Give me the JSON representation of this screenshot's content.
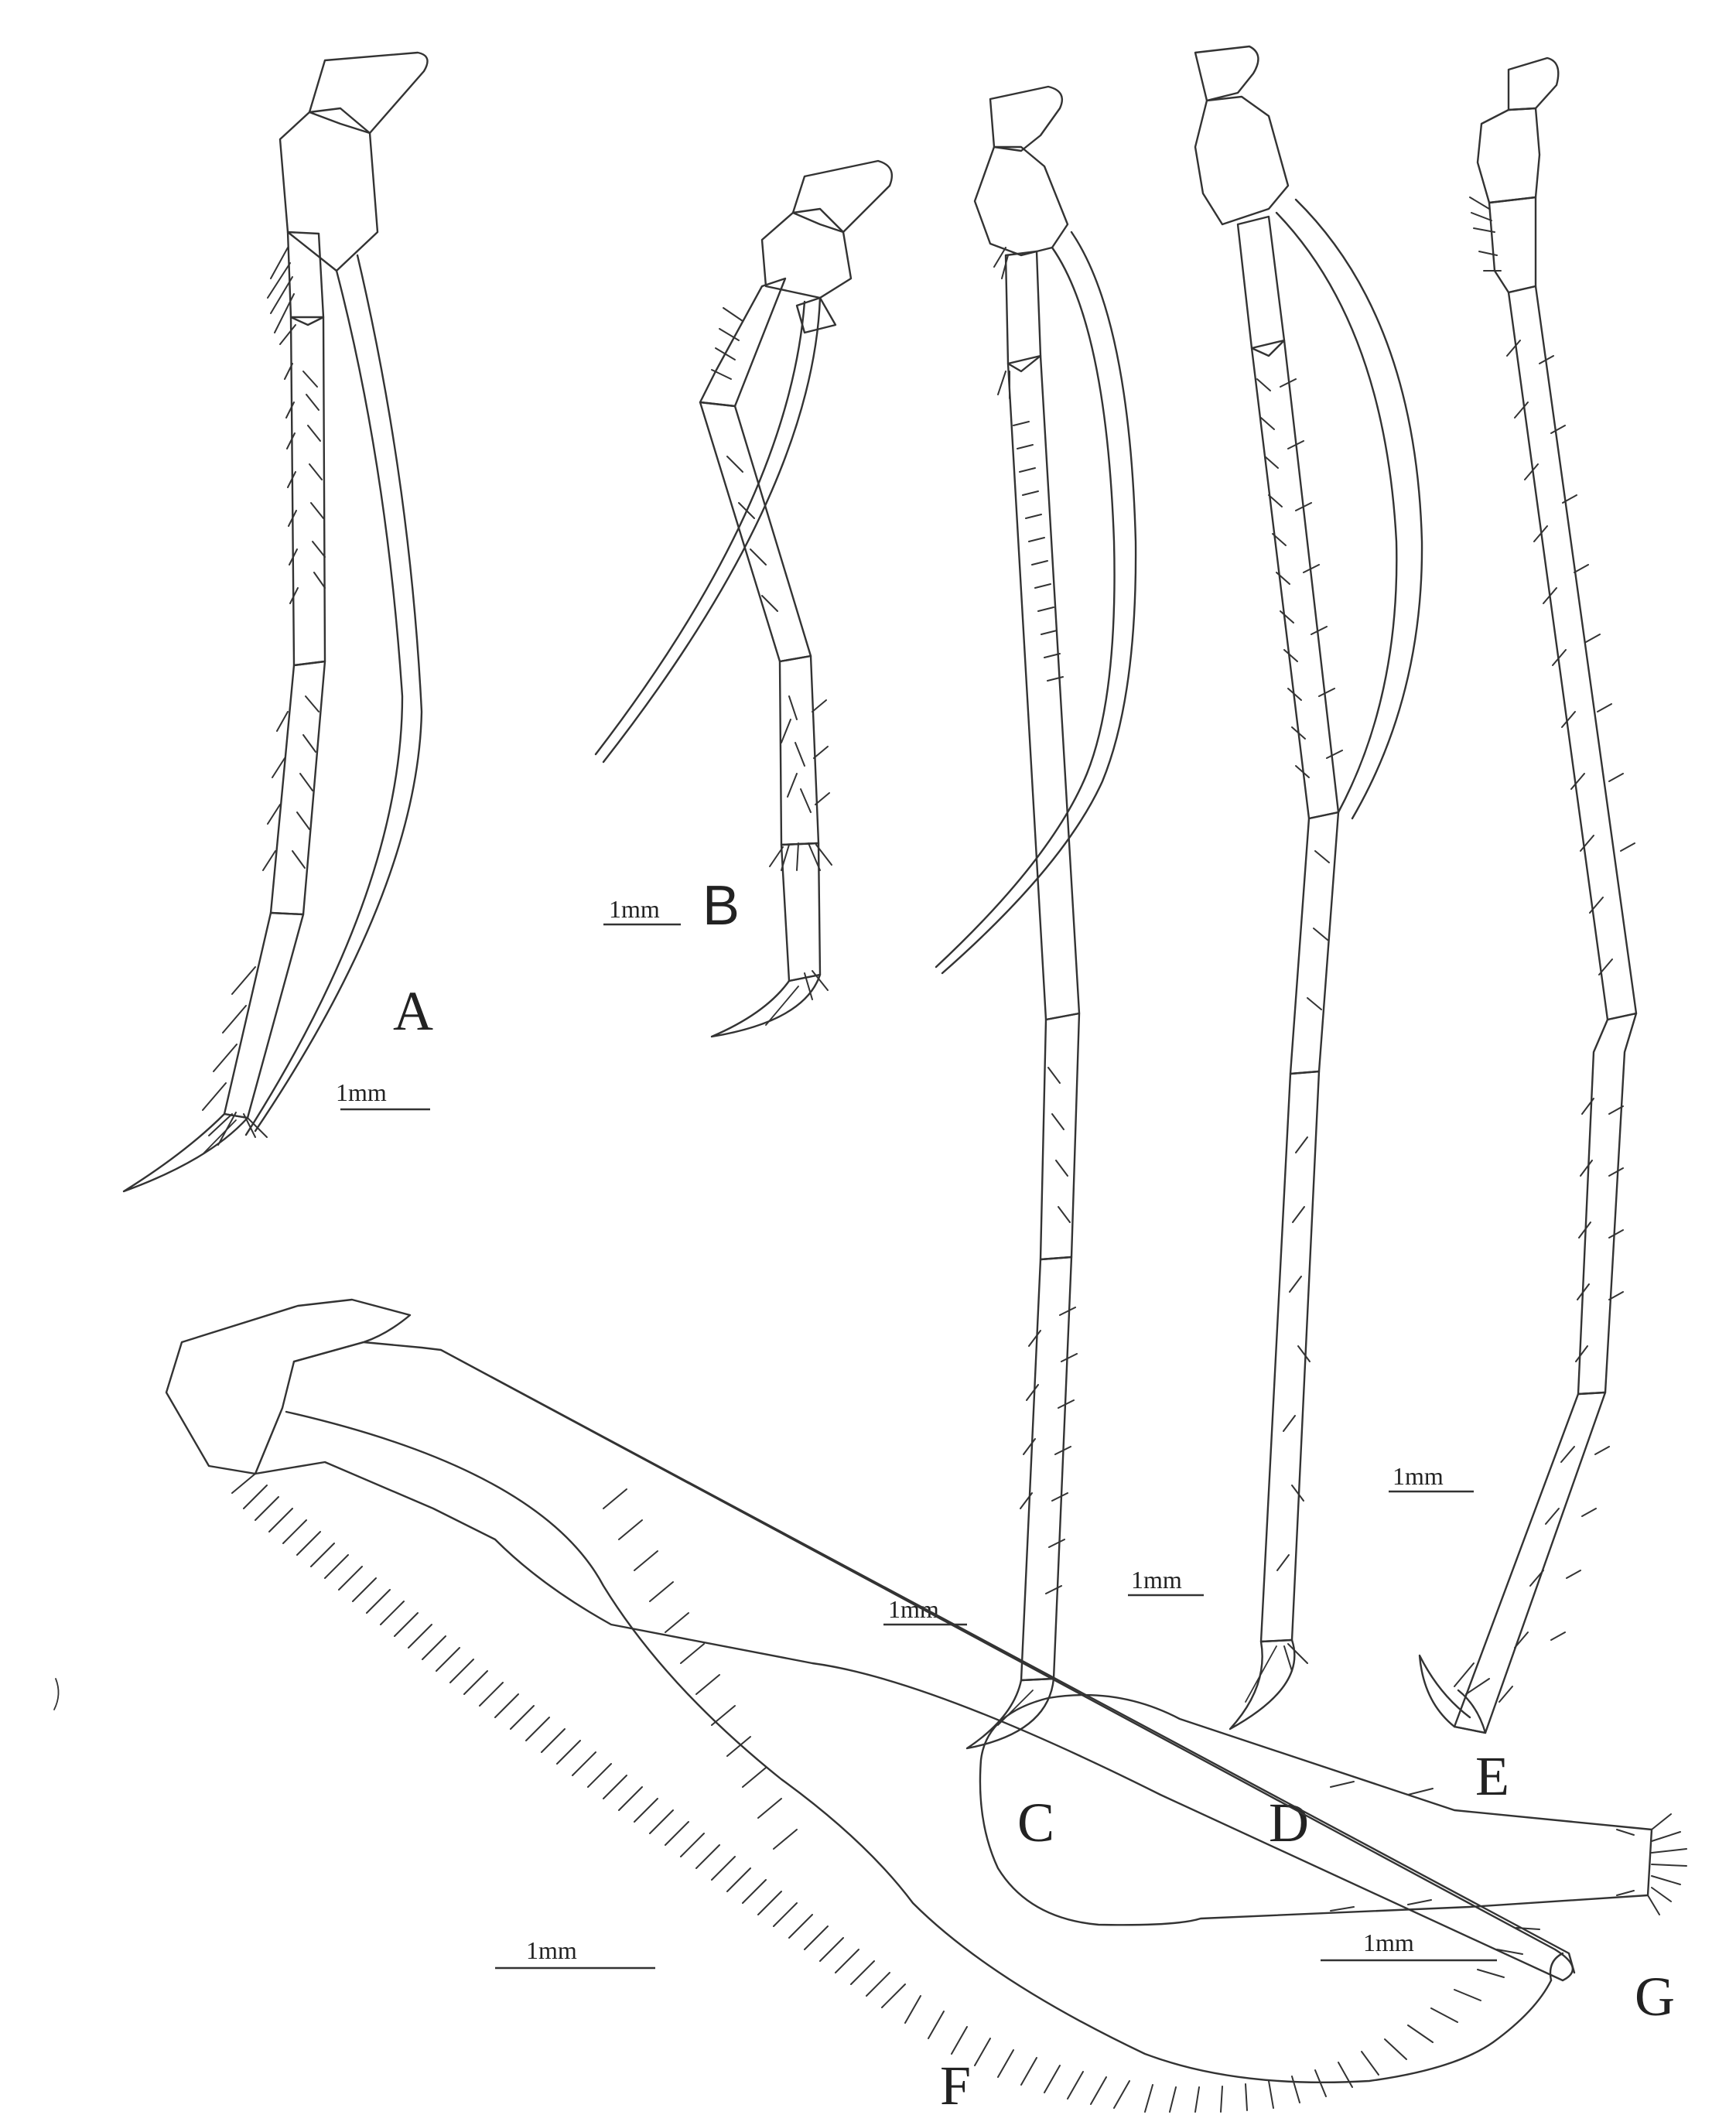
{
  "panels": [
    {
      "id": "A",
      "label": "A",
      "scale": "1mm"
    },
    {
      "id": "B",
      "label": "B",
      "scale": "1mm"
    },
    {
      "id": "C",
      "label": "C",
      "scale": "1mm"
    },
    {
      "id": "D",
      "label": "D",
      "scale": "1mm"
    },
    {
      "id": "E",
      "label": "E",
      "scale": "1mm"
    },
    {
      "id": "F",
      "label": "F",
      "scale": "1mm"
    },
    {
      "id": "G",
      "label": "G",
      "scale": "1mm"
    }
  ]
}
